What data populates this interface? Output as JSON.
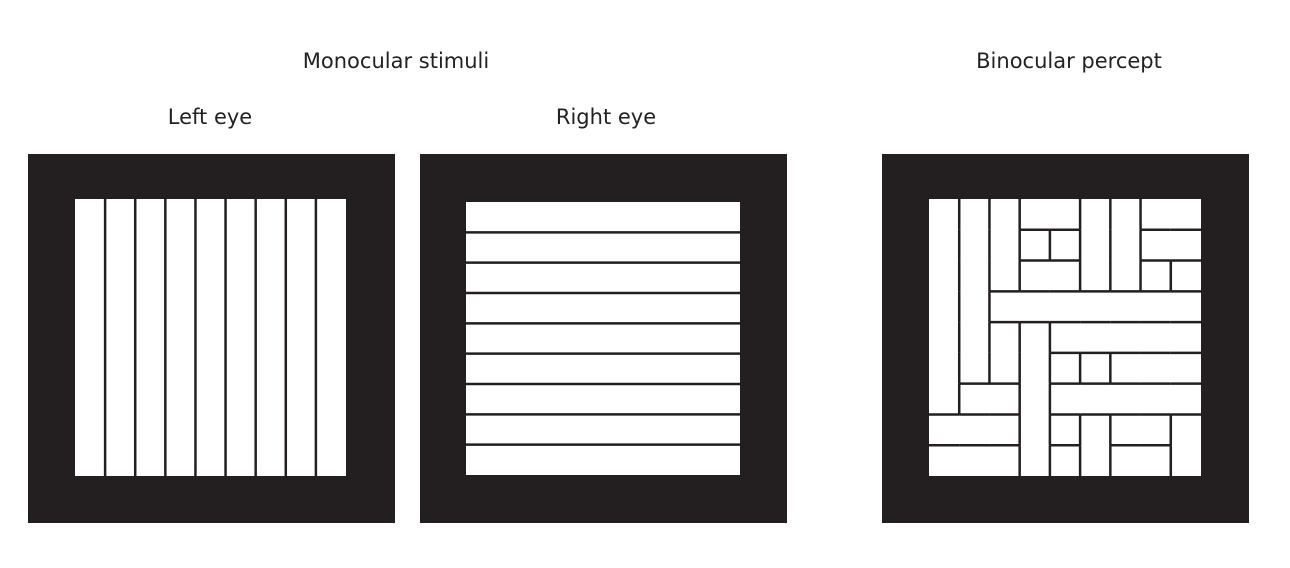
{
  "headings": {
    "monocular": "Monocular stimuli",
    "binocular": "Binocular percept"
  },
  "panels": [
    {
      "id": "left-eye",
      "label": "Left eye",
      "pattern": "vertical-stripes",
      "stripe_count": 9
    },
    {
      "id": "right-eye",
      "label": "Right eye",
      "pattern": "horizontal-stripes",
      "stripe_count": 9
    },
    {
      "id": "binocular",
      "label": "",
      "pattern": "patchwork",
      "grid": 9
    }
  ],
  "colors": {
    "frame": "#231f20",
    "field": "#ffffff",
    "line": "#231f20"
  },
  "patchwork": [
    "VVVHHVVHH",
    "VVVVHVVHH",
    "VVVHHVVVH",
    "VVHHHHHHH",
    "VVVVHHHHH",
    "VVVVHVHHH",
    "VHHVHHHHH",
    "HHHVHVHHV",
    "HHHVHVHHV"
  ]
}
